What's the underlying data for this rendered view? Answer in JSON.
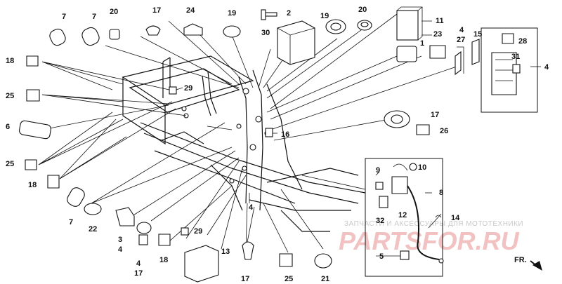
{
  "labels": {
    "l7a": "7",
    "l7b": "7",
    "l20a": "20",
    "l17a": "17",
    "l24": "24",
    "l19a": "19",
    "l2": "2",
    "l30": "30",
    "l19b": "19",
    "l20b": "20",
    "l11": "11",
    "l23": "23",
    "l1": "1",
    "l4a": "4",
    "l27": "27",
    "l15": "15",
    "l28": "28",
    "l31": "31",
    "l4b": "4",
    "l18a": "18",
    "l25a": "25",
    "l29a": "29",
    "l6": "6",
    "l17b": "17",
    "l16": "16",
    "l26": "26",
    "l25b": "25",
    "l18b": "18",
    "l9": "9",
    "l10": "10",
    "l8": "8",
    "l7c": "7",
    "l22": "22",
    "l3": "3",
    "l4c": "4",
    "l4d": "4",
    "l17c": "17",
    "l18c": "18",
    "l29b": "29",
    "l13": "13",
    "l17d": "17",
    "l25c": "25",
    "l21": "21",
    "l4e": "4",
    "l12": "12",
    "l32": "32",
    "l14": "14",
    "l5": "5"
  },
  "watermark": {
    "top": "ЗАПЧАСТИ И АКСЕССУАРЫ ДЛЯ МОТОТЕХНИКИ",
    "brand": "PARTSFOR.RU"
  },
  "direction": "FR."
}
